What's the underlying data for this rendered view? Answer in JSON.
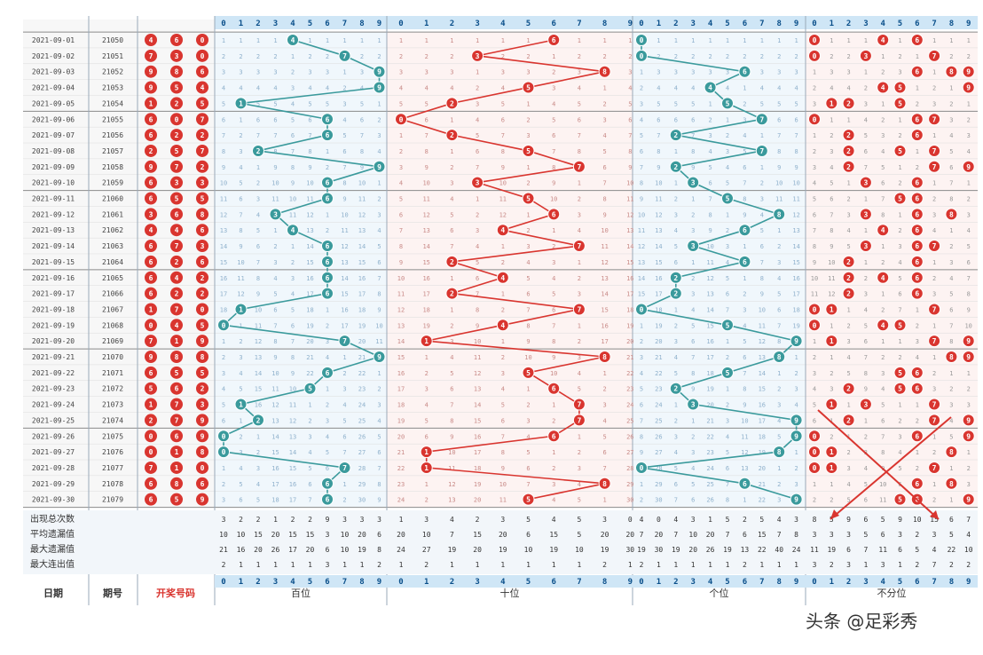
{
  "chart_data": {
    "type": "table",
    "digit_headers": [
      "0",
      "1",
      "2",
      "3",
      "4",
      "5",
      "6",
      "7",
      "8",
      "9"
    ],
    "section_labels": [
      "百位",
      "十位",
      "个位",
      "不分位"
    ],
    "footer_labels": {
      "date": "日期",
      "issue": "期号",
      "draw": "开奖号码"
    },
    "stats_labels": [
      "出现总次数",
      "平均遗漏值",
      "最大遗漏值",
      "最大连出值"
    ],
    "colors": {
      "teal": "#3a9a9c",
      "red": "#d9352f",
      "cellBlue": "#e3f0fa",
      "cellPink": "#fbe9e8"
    },
    "rows": [
      {
        "date": "2021-09-01",
        "issue": "21050",
        "digits": [
          4,
          6,
          0
        ]
      },
      {
        "date": "2021-09-02",
        "issue": "21051",
        "digits": [
          7,
          3,
          0
        ]
      },
      {
        "date": "2021-09-03",
        "issue": "21052",
        "digits": [
          9,
          8,
          6
        ]
      },
      {
        "date": "2021-09-04",
        "issue": "21053",
        "digits": [
          9,
          5,
          4
        ]
      },
      {
        "date": "2021-09-05",
        "issue": "21054",
        "digits": [
          1,
          2,
          5
        ]
      },
      {
        "date": "2021-09-06",
        "issue": "21055",
        "digits": [
          6,
          0,
          7
        ]
      },
      {
        "date": "2021-09-07",
        "issue": "21056",
        "digits": [
          6,
          2,
          2
        ]
      },
      {
        "date": "2021-09-08",
        "issue": "21057",
        "digits": [
          2,
          5,
          7
        ]
      },
      {
        "date": "2021-09-09",
        "issue": "21058",
        "digits": [
          9,
          7,
          2
        ]
      },
      {
        "date": "2021-09-10",
        "issue": "21059",
        "digits": [
          6,
          3,
          3
        ]
      },
      {
        "date": "2021-09-11",
        "issue": "21060",
        "digits": [
          6,
          5,
          5
        ]
      },
      {
        "date": "2021-09-12",
        "issue": "21061",
        "digits": [
          3,
          6,
          8
        ]
      },
      {
        "date": "2021-09-13",
        "issue": "21062",
        "digits": [
          4,
          4,
          6
        ]
      },
      {
        "date": "2021-09-14",
        "issue": "21063",
        "digits": [
          6,
          7,
          3
        ]
      },
      {
        "date": "2021-09-15",
        "issue": "21064",
        "digits": [
          6,
          2,
          6
        ]
      },
      {
        "date": "2021-09-16",
        "issue": "21065",
        "digits": [
          6,
          4,
          2
        ]
      },
      {
        "date": "2021-09-17",
        "issue": "21066",
        "digits": [
          6,
          2,
          2
        ]
      },
      {
        "date": "2021-09-18",
        "issue": "21067",
        "digits": [
          1,
          7,
          0
        ]
      },
      {
        "date": "2021-09-19",
        "issue": "21068",
        "digits": [
          0,
          4,
          5
        ]
      },
      {
        "date": "2021-09-20",
        "issue": "21069",
        "digits": [
          7,
          1,
          9
        ]
      },
      {
        "date": "2021-09-21",
        "issue": "21070",
        "digits": [
          9,
          8,
          8
        ]
      },
      {
        "date": "2021-09-22",
        "issue": "21071",
        "digits": [
          6,
          5,
          5
        ]
      },
      {
        "date": "2021-09-23",
        "issue": "21072",
        "digits": [
          5,
          6,
          2
        ]
      },
      {
        "date": "2021-09-24",
        "issue": "21073",
        "digits": [
          1,
          7,
          3
        ]
      },
      {
        "date": "2021-09-25",
        "issue": "21074",
        "digits": [
          2,
          7,
          9
        ]
      },
      {
        "date": "2021-09-26",
        "issue": "21075",
        "digits": [
          0,
          6,
          9
        ]
      },
      {
        "date": "2021-09-27",
        "issue": "21076",
        "digits": [
          0,
          1,
          8
        ]
      },
      {
        "date": "2021-09-28",
        "issue": "21077",
        "digits": [
          7,
          1,
          0
        ]
      },
      {
        "date": "2021-09-29",
        "issue": "21078",
        "digits": [
          6,
          8,
          6
        ]
      },
      {
        "date": "2021-09-30",
        "issue": "21079",
        "digits": [
          6,
          5,
          9
        ]
      }
    ],
    "stats": [
      [
        [
          3,
          2,
          2,
          1,
          2,
          2,
          9,
          3,
          3,
          3
        ],
        [
          1,
          3,
          4,
          2,
          3,
          5,
          4,
          5,
          3,
          0
        ],
        [
          4,
          0,
          4,
          3,
          1,
          5,
          2,
          5,
          4,
          3
        ],
        [
          8,
          5,
          9,
          6,
          5,
          9,
          10,
          15,
          6,
          7
        ]
      ],
      [
        [
          10,
          10,
          15,
          20,
          15,
          15,
          3,
          10,
          20,
          6
        ],
        [
          20,
          10,
          7,
          15,
          20,
          6,
          15,
          5,
          20,
          20
        ],
        [
          7,
          20,
          7,
          10,
          20,
          7,
          6,
          15,
          7,
          8
        ],
        [
          3,
          3,
          3,
          5,
          6,
          3,
          2,
          3,
          5,
          4
        ]
      ],
      [
        [
          21,
          16,
          20,
          26,
          17,
          20,
          6,
          10,
          19,
          8
        ],
        [
          24,
          27,
          19,
          20,
          19,
          10,
          19,
          10,
          19,
          30
        ],
        [
          19,
          30,
          19,
          20,
          26,
          19,
          13,
          22,
          40,
          24
        ],
        [
          11,
          19,
          6,
          7,
          11,
          6,
          5,
          4,
          22,
          10
        ]
      ],
      [
        [
          2,
          1,
          1,
          1,
          1,
          1,
          3,
          1,
          1,
          2
        ],
        [
          1,
          2,
          1,
          1,
          1,
          1,
          1,
          1,
          2,
          1
        ],
        [
          2,
          1,
          1,
          1,
          1,
          1,
          2,
          1,
          1,
          1
        ],
        [
          3,
          2,
          3,
          1,
          3,
          1,
          2,
          7,
          2,
          2
        ]
      ]
    ],
    "annotations": [
      "red X drawn over lower right of 不分位 section with two arrows"
    ]
  },
  "watermark": "头条 @足彩秀"
}
